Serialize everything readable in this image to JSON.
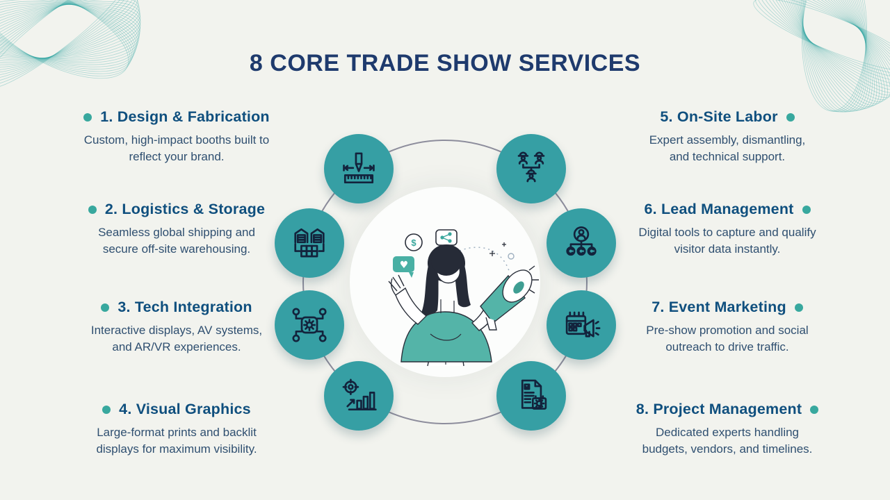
{
  "title": "8 CORE TRADE SHOW SERVICES",
  "colors": {
    "background": "#f2f3ee",
    "title_navy": "#1e3a6d",
    "heading_blue": "#0f4f7e",
    "body_text": "#2f4f70",
    "bullet_teal": "#38a89e",
    "node_teal": "#369fa4",
    "ring_gray": "#8d8d9c",
    "decoration_teal": "#2fa3a2",
    "illustration_teal": "#54b4a8"
  },
  "services": [
    {
      "number": "1.",
      "title": "Design & Fabrication",
      "description": "Custom, high-impact booths built to reflect your brand.",
      "icon": "ruler-pencil-icon"
    },
    {
      "number": "2.",
      "title": "Logistics & Storage",
      "description": "Seamless global shipping and secure off-site warehousing.",
      "icon": "warehouse-boxes-icon"
    },
    {
      "number": "3.",
      "title": "Tech Integration",
      "description": "Interactive displays, AV systems, and AR/VR experiences.",
      "icon": "gear-circuit-icon"
    },
    {
      "number": "4.",
      "title": "Visual Graphics",
      "description": "Large-format prints and backlit displays for maximum visibility.",
      "icon": "target-bar-chart-icon"
    },
    {
      "number": "5.",
      "title": "On-Site Labor",
      "description": "Expert assembly, dismantling, and technical support.",
      "icon": "workers-team-icon"
    },
    {
      "number": "6.",
      "title": "Lead Management",
      "description": "Digital tools to capture and qualify visitor data instantly.",
      "icon": "org-chart-person-icon"
    },
    {
      "number": "7.",
      "title": "Event Marketing",
      "description": "Pre-show promotion and social outreach to drive traffic.",
      "icon": "calendar-megaphone-icon"
    },
    {
      "number": "8.",
      "title": "Project Management",
      "description": "Dedicated experts handling budgets, vendors, and timelines.",
      "icon": "document-gear-icon"
    }
  ],
  "center_illustration": "woman-with-megaphone"
}
